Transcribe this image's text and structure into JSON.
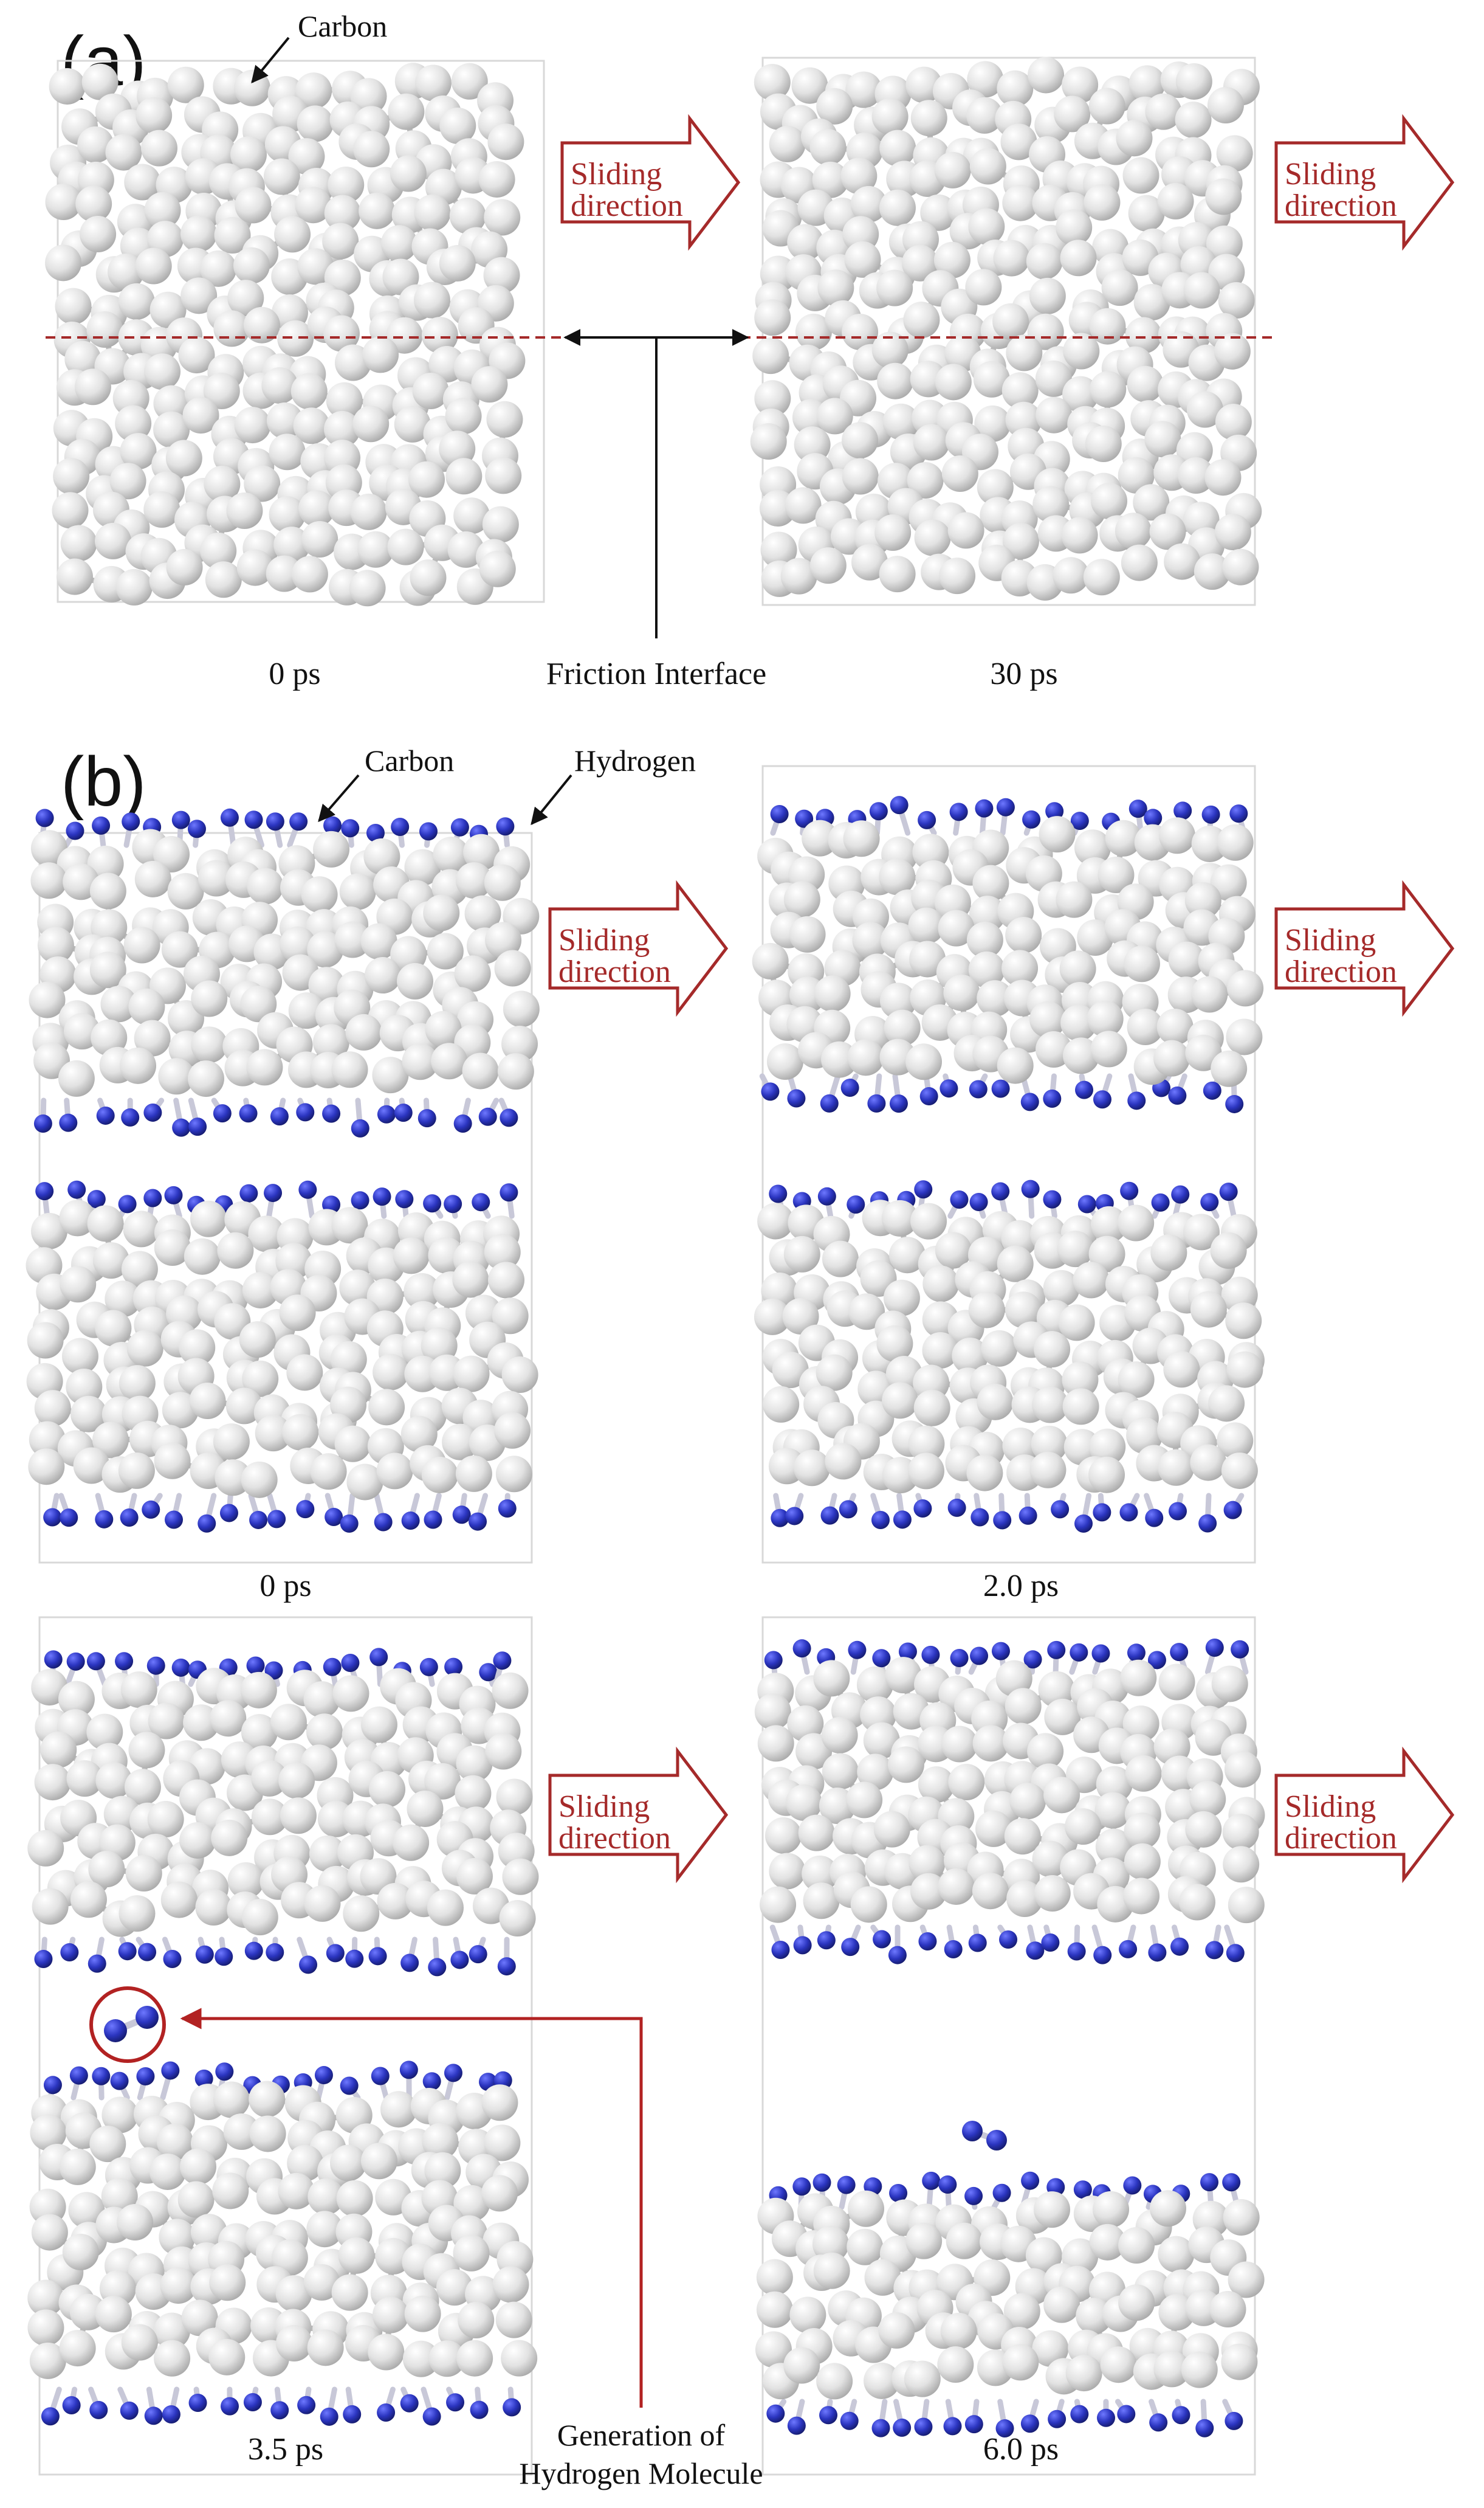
{
  "panel_a": {
    "tag": "(a)",
    "carbon_label": "Carbon",
    "time_left": "0 ps",
    "time_right": "30 ps",
    "interface_label": "Friction Interface",
    "sliding": [
      "Sliding",
      "direction"
    ]
  },
  "panel_b": {
    "tag": "(b)",
    "carbon_label": "Carbon",
    "hydrogen_label": "Hydrogen",
    "times": [
      "0 ps",
      "2.0 ps",
      "3.5 ps",
      "6.0 ps"
    ],
    "sliding": [
      "Sliding",
      "direction"
    ],
    "generation_label": [
      "Generation of",
      "Hydrogen Molecule"
    ]
  },
  "colors": {
    "carbon": "#e3e3e3",
    "hydrogen": "#2b35b8",
    "accent": "#a52a2a",
    "interface_line": "#a52a2a"
  }
}
